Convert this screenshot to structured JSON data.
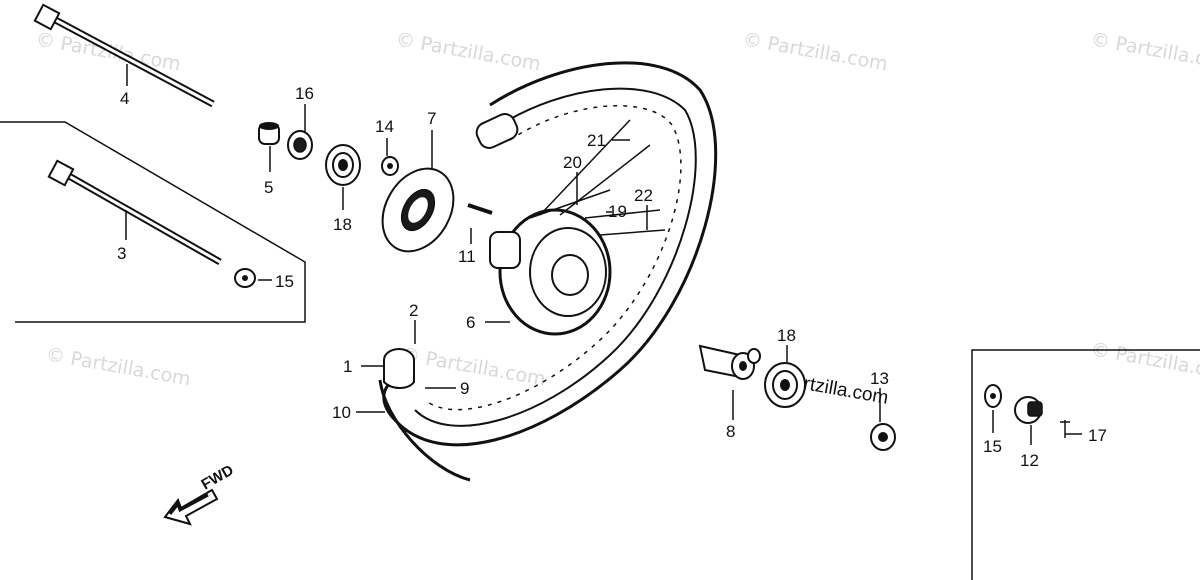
{
  "watermarks": [
    "© Partzilla.com",
    "© Partzilla.com",
    "© Partzilla.com",
    "© Partzilla.com",
    "© Partzilla.com",
    "© Partzilla.com",
    "© Partzilla.com",
    "Partzilla.com"
  ],
  "callouts": {
    "c1": "1",
    "c2": "2",
    "c3": "3",
    "c4": "4",
    "c5": "5",
    "c6": "6",
    "c7": "7",
    "c8": "8",
    "c9": "9",
    "c10": "10",
    "c11": "11",
    "c12": "12",
    "c13": "13",
    "c14": "14",
    "c15a": "15",
    "c15b": "15",
    "c16": "16",
    "c17": "17",
    "c18a": "18",
    "c18b": "18",
    "c19": "19",
    "c20": "20",
    "c21": "21",
    "c22": "22"
  },
  "fwd_label": "FWD"
}
